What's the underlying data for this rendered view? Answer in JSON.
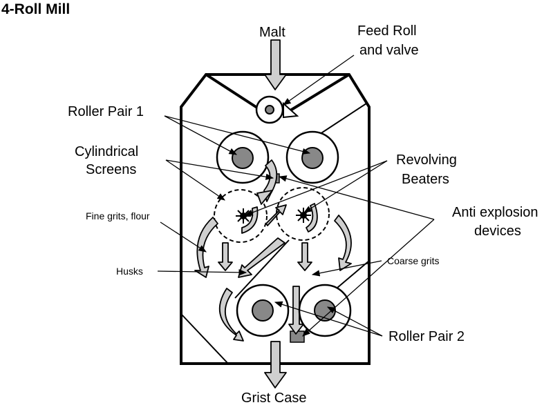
{
  "title": "4-Roll Mill",
  "labels": {
    "malt": "Malt",
    "feed_roll_line1": "Feed Roll",
    "feed_roll_line2": "and valve",
    "roller_pair_1": "Roller Pair 1",
    "cylindrical_line1": "Cylindrical",
    "cylindrical_line2": "Screens",
    "revolving_line1": "Revolving",
    "revolving_line2": "Beaters",
    "fine_grits": "Fine grits, flour",
    "anti_line1": "Anti explosion",
    "anti_line2": "devices",
    "husks": "Husks",
    "coarse_grits": "Coarse grits",
    "roller_pair_2": "Roller Pair 2",
    "grist_case": "Grist Case"
  }
}
